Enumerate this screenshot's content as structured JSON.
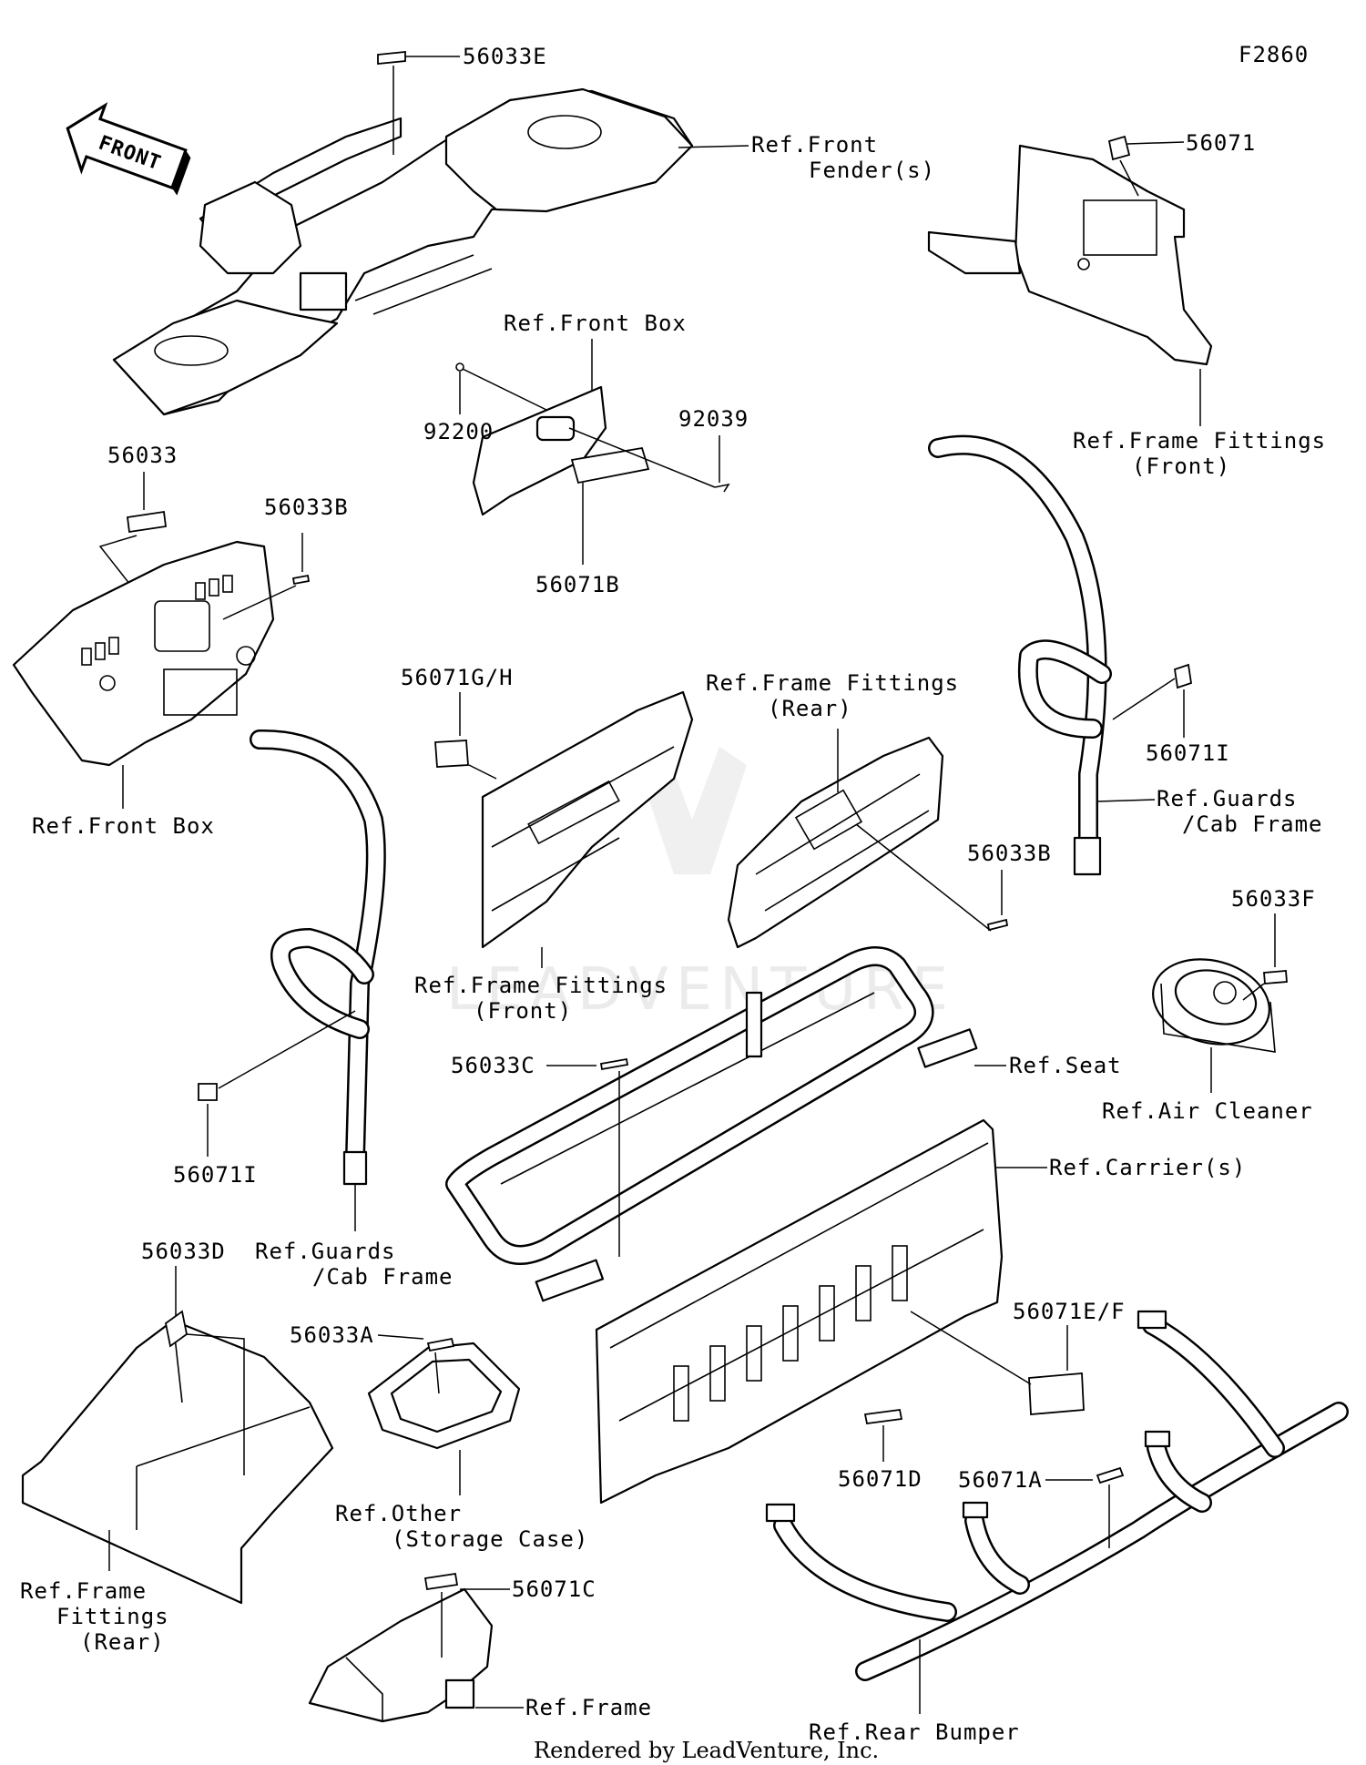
{
  "diagram_id": "F2860",
  "front_arrow": "FRONT",
  "watermark": "LEADVENTURE",
  "footer": "Rendered by LeadVenture, Inc.",
  "labels": {
    "p56033E": "56033E",
    "ref_front_fender_1": "Ref.Front",
    "ref_front_fender_2": "Fender(s)",
    "p56071": "56071",
    "ref_frame_fittings_front_tr_1": "Ref.Frame Fittings",
    "ref_frame_fittings_front_tr_2": "(Front)",
    "ref_front_box_top": "Ref.Front Box",
    "p92200": "92200",
    "p92039": "92039",
    "p56071B": "56071B",
    "p56033": "56033",
    "p56033B_left": "56033B",
    "ref_front_box_left": "Ref.Front Box",
    "p56071GH": "56071G/H",
    "ref_frame_fittings_rear_mid_1": "Ref.Frame Fittings",
    "ref_frame_fittings_rear_mid_2": "(Rear)",
    "p56071I_right": "56071I",
    "ref_guards_right_1": "Ref.Guards",
    "ref_guards_right_2": "/Cab Frame",
    "p56033B_right": "56033B",
    "p56033F": "56033F",
    "ref_frame_fittings_front_mid_1": "Ref.Frame Fittings",
    "ref_frame_fittings_front_mid_2": "(Front)",
    "p56033C": "56033C",
    "ref_seat": "Ref.Seat",
    "ref_air_cleaner": "Ref.Air Cleaner",
    "p56071I_left": "56071I",
    "ref_carriers": "Ref.Carrier(s)",
    "ref_guards_left_1": "Ref.Guards",
    "ref_guards_left_2": "/Cab Frame",
    "p56033D": "56033D",
    "p56033A": "56033A",
    "p56071EF": "56071E/F",
    "ref_other_1": "Ref.Other",
    "ref_other_2": "(Storage Case)",
    "p56071D": "56071D",
    "p56071A": "56071A",
    "ref_frame_fittings_rear_left_1": "Ref.Frame",
    "ref_frame_fittings_rear_left_2": "Fittings",
    "ref_frame_fittings_rear_left_3": "(Rear)",
    "p56071C": "56071C",
    "ref_frame": "Ref.Frame",
    "ref_rear_bumper": "Ref.Rear Bumper"
  }
}
